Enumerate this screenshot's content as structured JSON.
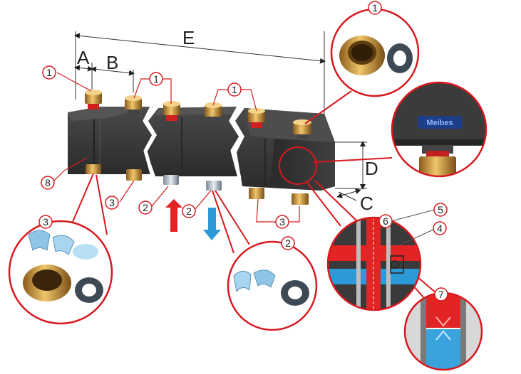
{
  "dimensions": {
    "a": "A",
    "b": "B",
    "c": "C",
    "d": "D",
    "e": "E"
  },
  "callouts": {
    "nut_top": "1",
    "nut_row_a": "1",
    "nut_row_b": "1",
    "nut_row_c": "1",
    "lower_left": "3",
    "lower_right": "3",
    "pipe_a": "2",
    "pipe_b": "2",
    "side_label": "8",
    "zoom_left": "3",
    "zoom_mid": "2",
    "detail_6": "6",
    "detail_5": "5",
    "detail_4": "4",
    "detail_7": "7"
  },
  "badge_text": "Meibes",
  "colors": {
    "callout_red": "#d7191f",
    "hot_red": "#e32424",
    "cold_blue": "#2b9ad6",
    "body_dark": "#3a3a3a",
    "brass": "#c99a3c"
  },
  "icons": {
    "flow_up": "red-up-arrow-icon",
    "flow_down": "blue-down-arrow-icon"
  }
}
